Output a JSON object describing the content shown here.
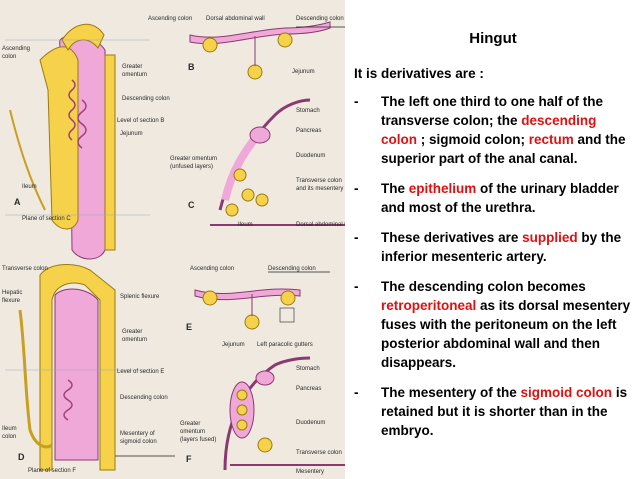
{
  "slide": {
    "title": "Hingut",
    "intro": "It is derivatives are :",
    "highlight_color": "#e01010",
    "bullets": [
      {
        "marker": "-",
        "parts": [
          "The left one third to one half of the transverse colon; the ",
          "descending colon",
          " ; sigmoid colon; ",
          "rectum",
          " and the superior part of the anal canal."
        ]
      },
      {
        "marker": "-",
        "parts": [
          " The ",
          "epithelium",
          " of the urinary bladder and most of the urethra."
        ]
      },
      {
        "marker": "-",
        "parts": [
          " These derivatives are ",
          "supplied",
          " by the inferior mesenteric artery."
        ]
      },
      {
        "marker": "-",
        "parts": [
          "The descending colon becomes ",
          "retroperitoneal",
          " as its dorsal mesentery fuses with the peritoneum on the left posterior abdominal wall and then disappears."
        ]
      },
      {
        "marker": "-",
        "parts": [
          "The mesentery of the ",
          "sigmoid colon",
          " is retained but it is shorter than in the embryo."
        ]
      }
    ]
  }
}
